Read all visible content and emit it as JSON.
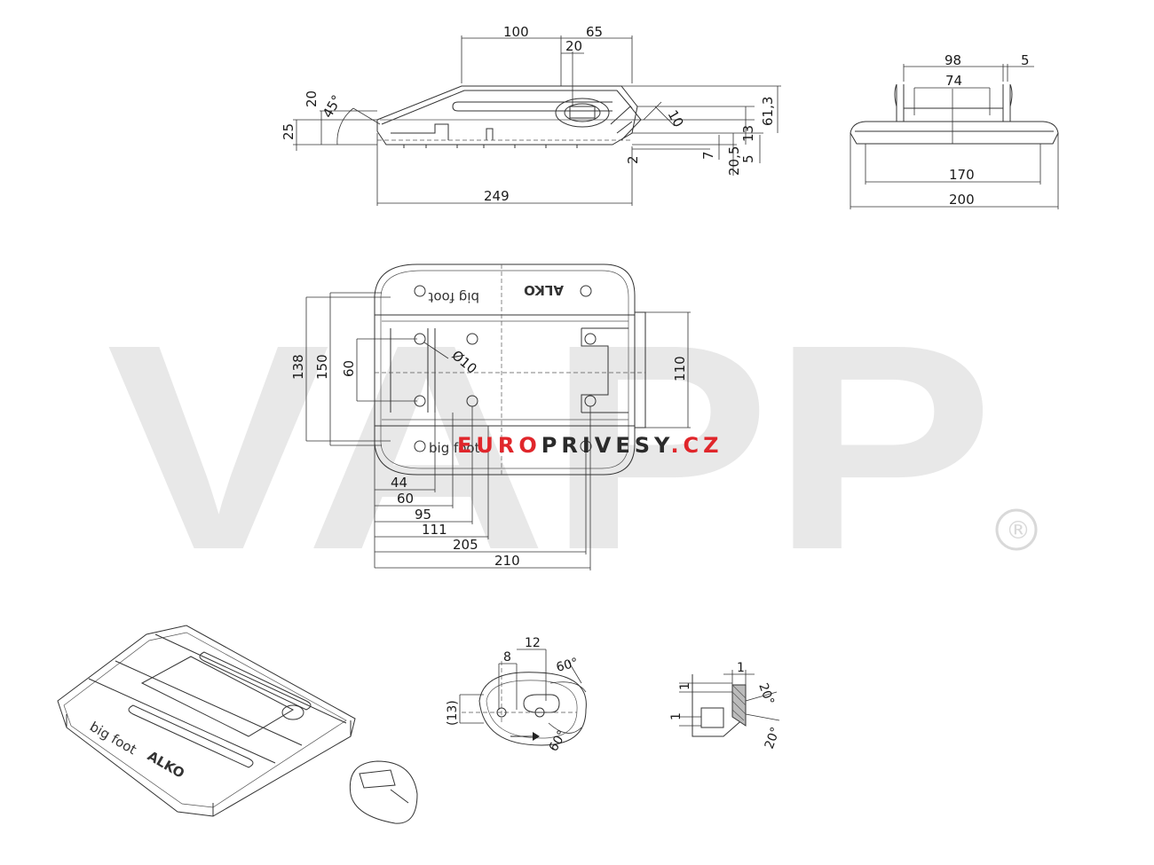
{
  "watermark": {
    "text": "VAPP",
    "registered": "®"
  },
  "brand": {
    "part1": "EURO",
    "part2": "PRIVESY",
    "part3": ".CZ",
    "red": "#e0262b",
    "dark": "#2b2b2b"
  },
  "product_text": {
    "big_foot": "big foot",
    "logo": "ALKO"
  },
  "side_view": {
    "d100": "100",
    "d65": "65",
    "d20": "20",
    "d20v": "20",
    "d45": "45°",
    "d25": "25",
    "d10": "10",
    "d61": "61,3",
    "d13": "13",
    "d7": "7",
    "d205": "20,5",
    "d5": "5",
    "d2": "2",
    "d249": "249"
  },
  "end_view": {
    "d98": "98",
    "d5": "5",
    "d74": "74",
    "d170": "170",
    "d200": "200"
  },
  "plan_view": {
    "d138": "138",
    "d150": "150",
    "d60v": "60",
    "d110": "110",
    "hole": "Ø10",
    "d44": "44",
    "d60": "60",
    "d95": "95",
    "d111": "111",
    "d205": "205",
    "d210": "210"
  },
  "slot_detail": {
    "d8": "8",
    "d12": "12",
    "a60a": "60°",
    "a60b": "60°",
    "d13": "(13)"
  },
  "edge_detail": {
    "d1a": "1",
    "d1b": "1",
    "d1c": "1",
    "a20a": "20°",
    "a20b": "20°"
  }
}
